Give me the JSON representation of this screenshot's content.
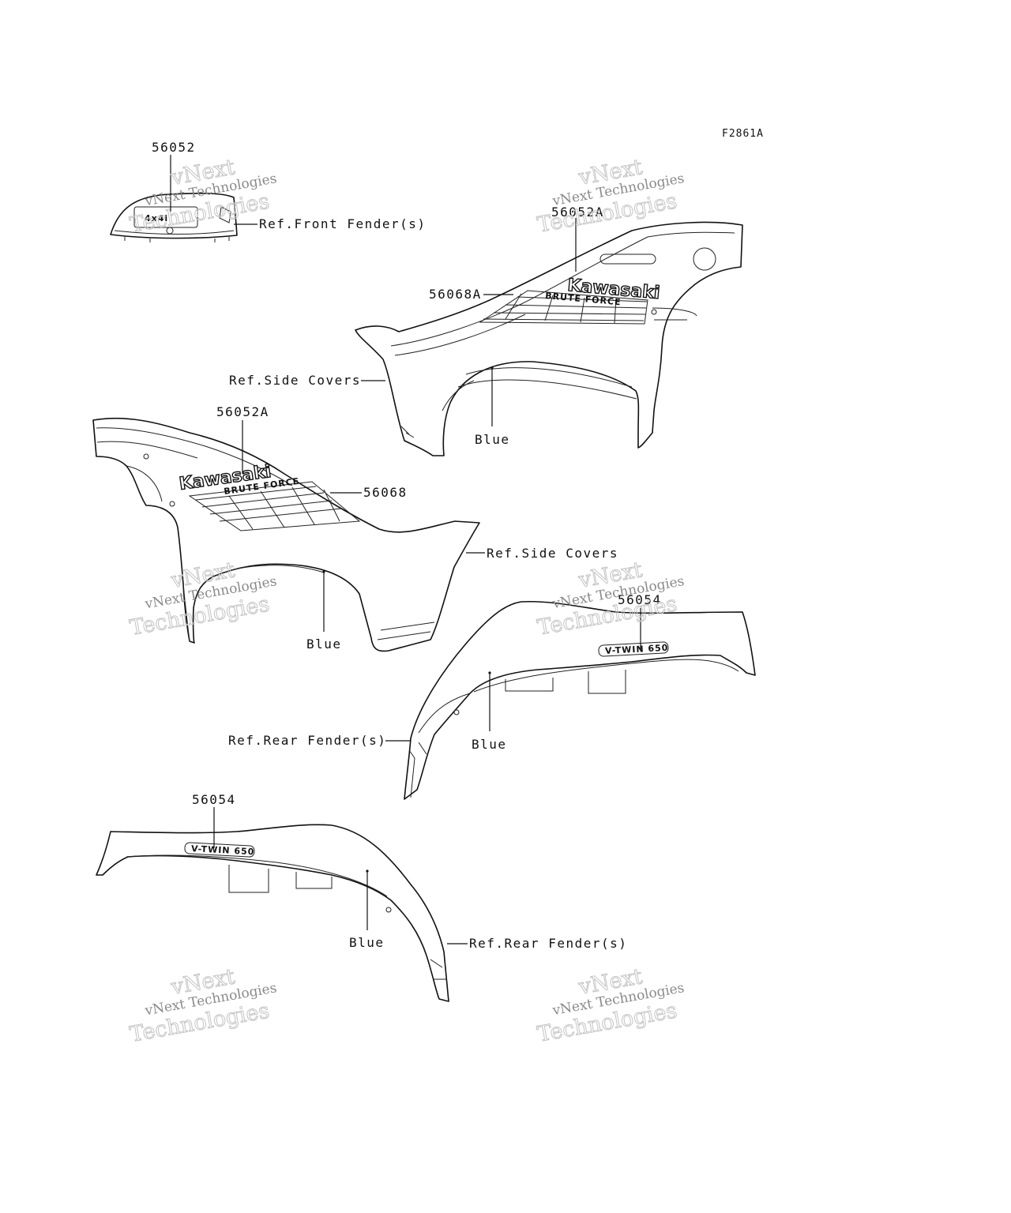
{
  "figure_code": "F2861A",
  "watermark": {
    "line1": "vNext Technologies",
    "line2": "vNext",
    "line3": "Technologies"
  },
  "labels": {
    "p56052": "56052",
    "ref_front_fender": "Ref.Front Fender(s)",
    "p56052a_top": "56052A",
    "p56068a": "56068A",
    "ref_side_covers_top": "Ref.Side Covers",
    "blue_top": "Blue",
    "p56052a_mid": "56052A",
    "p56068": "56068",
    "ref_side_covers_mid": "Ref.Side Covers",
    "blue_mid": "Blue",
    "p56054_right": "56054",
    "ref_rear_fender_right": "Ref.Rear Fender(s)",
    "blue_right": "Blue",
    "p56054_bottom": "56054",
    "blue_bottom": "Blue",
    "ref_rear_fender_bottom": "Ref.Rear Fender(s)"
  },
  "decal_text": {
    "brand": "Kawasaki",
    "model": "BRUTE FORCE",
    "engine": "V-TWIN 650"
  }
}
